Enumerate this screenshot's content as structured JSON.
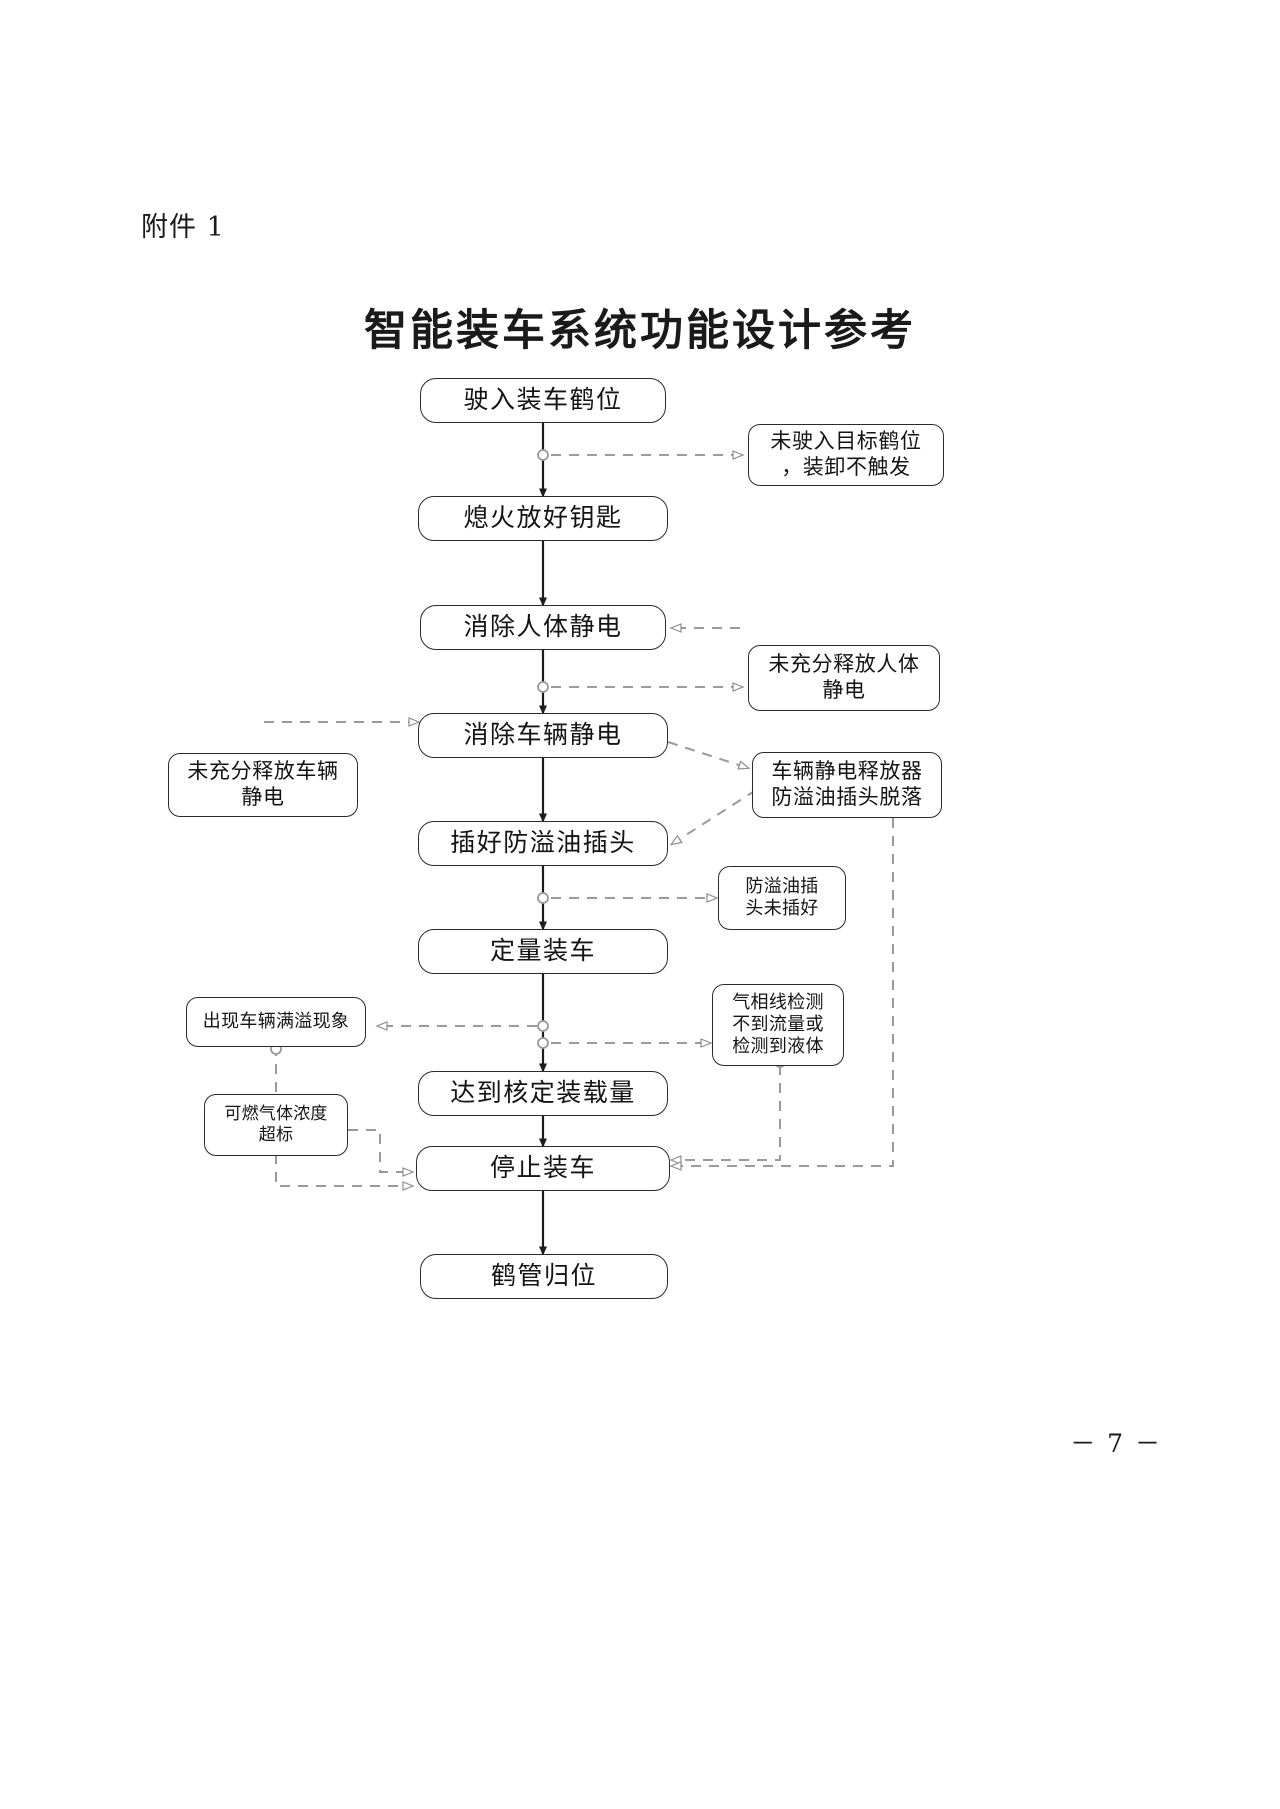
{
  "document": {
    "attachment_label": "附件 1",
    "title": "智能装车系统功能设计参考",
    "page_number": "－ 7 －"
  },
  "chart_data": {
    "type": "diagram",
    "title": "智能装车系统功能设计参考",
    "diagram_kind": "flowchart",
    "orientation": "top-to-bottom",
    "main_flow": [
      {
        "id": "n1",
        "label": "驶入装车鹤位"
      },
      {
        "id": "n2",
        "label": "熄火放好钥匙"
      },
      {
        "id": "n3",
        "label": "消除人体静电"
      },
      {
        "id": "n4",
        "label": "消除车辆静电"
      },
      {
        "id": "n5",
        "label": "插好防溢油插头"
      },
      {
        "id": "n6",
        "label": "定量装车"
      },
      {
        "id": "n7",
        "label": "达到核定装载量"
      },
      {
        "id": "n8",
        "label": "停止装车"
      },
      {
        "id": "n9",
        "label": "鹤管归位"
      }
    ],
    "notes": [
      {
        "id": "r1",
        "side": "right",
        "lines": [
          "未驶入目标鹤位",
          "，装卸不触发"
        ]
      },
      {
        "id": "r2",
        "side": "right",
        "lines": [
          "未充分释放人体",
          "静电"
        ]
      },
      {
        "id": "r3",
        "side": "right",
        "lines": [
          "车辆静电释放器",
          "防溢油插头脱落"
        ]
      },
      {
        "id": "r4",
        "side": "right",
        "lines": [
          "防溢油插",
          "头未插好"
        ]
      },
      {
        "id": "r5",
        "side": "right",
        "lines": [
          "气相线检测",
          "不到流量或",
          "检测到液体"
        ]
      },
      {
        "id": "l1",
        "side": "left",
        "lines": [
          "未充分释放车辆",
          "静电"
        ]
      },
      {
        "id": "l2",
        "side": "left",
        "lines": [
          "出现车辆满溢现象"
        ]
      },
      {
        "id": "l3",
        "side": "left",
        "lines": [
          "可燃气体浓度",
          "超标"
        ]
      }
    ],
    "solid_edges": [
      [
        "n1",
        "n2"
      ],
      [
        "n2",
        "n3"
      ],
      [
        "n3",
        "n4"
      ],
      [
        "n4",
        "n5"
      ],
      [
        "n5",
        "n6"
      ],
      [
        "n6",
        "n7"
      ],
      [
        "n7",
        "n8"
      ],
      [
        "n8",
        "n9"
      ]
    ],
    "dashed_edges": [
      {
        "from": "n1-n2 segment",
        "to": "r1"
      },
      {
        "from": "r2",
        "to": "n3"
      },
      {
        "from": "n3-n4 segment",
        "to": "r2"
      },
      {
        "from": "l1",
        "to": "n4"
      },
      {
        "from": "n4",
        "to": "r3"
      },
      {
        "from": "r3",
        "to": "n5"
      },
      {
        "from": "n5-n6 segment",
        "to": "r4"
      },
      {
        "from": "n6-n7 segment",
        "to": "l2"
      },
      {
        "from": "n6-n7 segment",
        "to": "r5"
      },
      {
        "from": "r5",
        "to": "n8"
      },
      {
        "from": "l2",
        "to": "n8"
      },
      {
        "from": "l3",
        "to": "n8"
      },
      {
        "from": "r3",
        "to": "n8"
      }
    ],
    "style": {
      "node_border": "#2b2b2b",
      "node_fill": "#ffffff",
      "solid_edge_color": "#1d1d1d",
      "dashed_edge_color": "#9a9a9a",
      "background": "#ffffff"
    }
  }
}
